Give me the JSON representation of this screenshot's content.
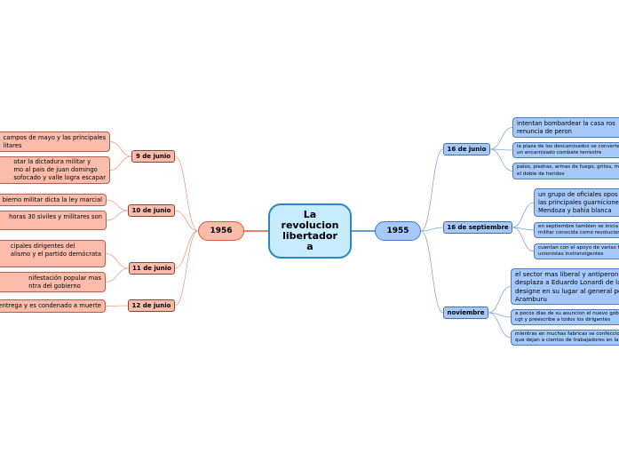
{
  "central": {
    "title": "La\nrevolucion\nlibertador\na"
  },
  "left_branch": {
    "year": "1956",
    "dates": [
      {
        "label": "9 de junio",
        "notes": [
          "campos de mayo y las principales\nlitares",
          "otar la dictadura militar y\nmo al pais de juan domingo\nsofocado y valle logra escapar"
        ]
      },
      {
        "label": "10 de junio",
        "notes": [
          "bierno militar dicta la ley marcial",
          "horas 30 siviles y militares son"
        ]
      },
      {
        "label": "11 de junio",
        "notes": [
          "cipales dirigentes del\nalismo y el partido demócrata",
          "nifestación popular mas\nntra del gobierno"
        ]
      },
      {
        "label": "12 de junio",
        "notes": [
          "entrega y es condenado a muerte"
        ]
      }
    ]
  },
  "right_branch": {
    "year": "1955",
    "dates": [
      {
        "label": "16 de junio",
        "notes": [
          "intentan bombardear la casa ros\nrenuncia de peron",
          "la plaza de los descamisados se converte\nun encarnizado combate terrestre",
          "palos, piedras, armas de fuego, gritos, m\nel doble de heridos"
        ]
      },
      {
        "label": "16 de septiembre",
        "notes": [
          "un grupo de oficiales opos\nlas principales guarnicione\nMendoza y bahia blanca",
          "en septiembre tambien se inicia\nmilitar conocida como revolucion",
          "cuentan con el apoyo de varias f\nunionistas instransigentes"
        ]
      },
      {
        "label": "noviembre",
        "notes": [
          "el sector mas liberal y antiperonis\ndesplaza a Eduardo Lonardi de la\ndesigne en su lugar al general pe\nAramburu",
          "a pocos dias de su asuncion el nuevo gobi\ncgt y preescribe a todos los dirigentes",
          "mientras en muchas fabricas se confeccion\nque dejan a cientos de trabajadores en la"
        ]
      }
    ]
  },
  "colors": {
    "left_accent": "#e05a3a",
    "left_fill": "#fbbcab",
    "right_accent": "#3b78c8",
    "right_fill": "#a6c9fb",
    "central_fill": "#c7ecfe",
    "central_border": "#2a86c6"
  }
}
